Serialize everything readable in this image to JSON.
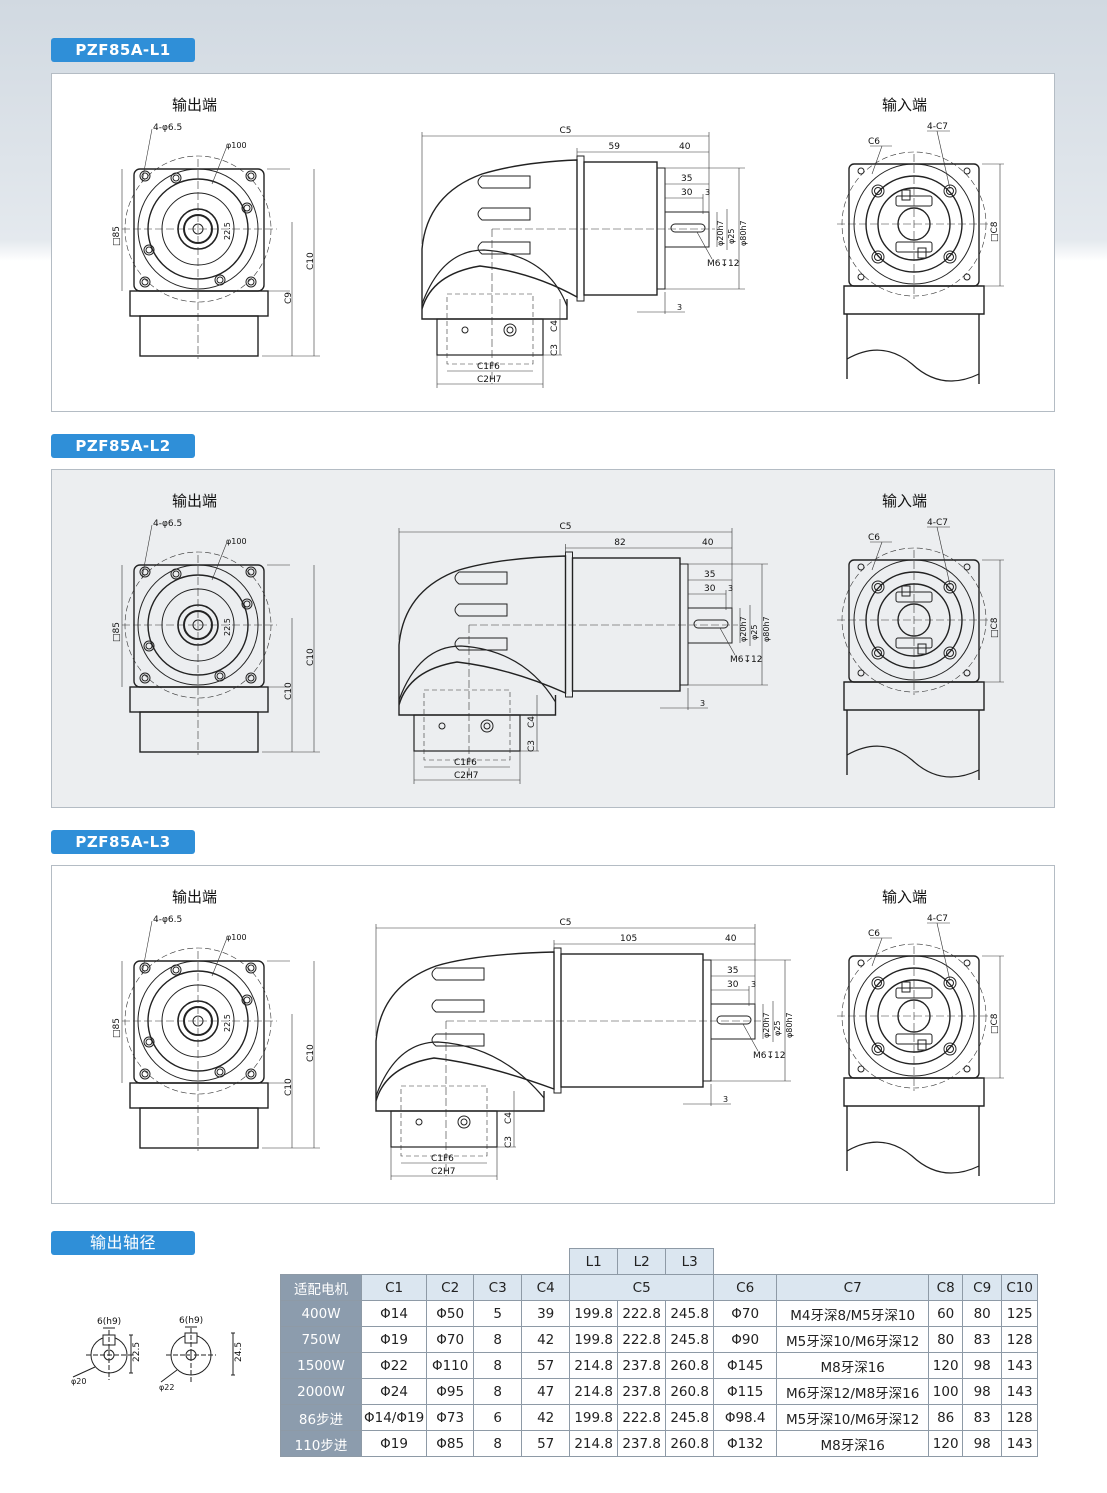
{
  "sections": [
    {
      "title": "PZF85A-L1",
      "output_label": "输出端",
      "input_label": "输入端",
      "dims": {
        "holes": "4-φ6.5",
        "pcd": "φ100",
        "square": "□85",
        "c10": "C10",
        "c9": "C9",
        "c5": "C5",
        "len_a": "59",
        "len_b": "40",
        "len_c": "35",
        "len_d": "30",
        "len_e": "3",
        "shaft_a": "φ20h7",
        "shaft_b": "φ25",
        "shaft_c": "φ80h7",
        "thread": "M6↧12",
        "gap": "3",
        "c4": "C4",
        "c3": "C3",
        "c1": "C1F6",
        "c2": "C2H7",
        "c6": "C6",
        "c7": "4-C7",
        "c8": "□C8",
        "key": "22.5"
      }
    },
    {
      "title": "PZF85A-L2",
      "output_label": "输出端",
      "input_label": "输入端",
      "dims": {
        "holes": "4-φ6.5",
        "pcd": "φ100",
        "square": "□85",
        "c10": "C10",
        "c9": "C10",
        "c5": "C5",
        "len_a": "82",
        "len_b": "40",
        "len_c": "35",
        "len_d": "30",
        "len_e": "3",
        "shaft_a": "φ20h7",
        "shaft_b": "φ25",
        "shaft_c": "φ80h7",
        "thread": "M6↧12",
        "gap": "3",
        "c4": "C4",
        "c3": "C3",
        "c1": "C1F6",
        "c2": "C2H7",
        "c6": "C6",
        "c7": "4-C7",
        "c8": "□C8",
        "key": "22.5"
      }
    },
    {
      "title": "PZF85A-L3",
      "output_label": "输出端",
      "input_label": "输入端",
      "dims": {
        "holes": "4-φ6.5",
        "pcd": "φ100",
        "square": "□85",
        "c10": "C10",
        "c9": "C10",
        "c5": "C5",
        "len_a": "105",
        "len_b": "40",
        "len_c": "35",
        "len_d": "30",
        "len_e": "3",
        "shaft_a": "φ20h7",
        "shaft_b": "φ25",
        "shaft_c": "φ80h7",
        "thread": "M6↧12",
        "gap": "3",
        "c4": "C4",
        "c3": "C3",
        "c1": "C1F6",
        "c2": "C2H7",
        "c6": "C6",
        "c7": "4-C7",
        "c8": "□C8",
        "key": "22.5"
      }
    }
  ],
  "shaft": {
    "title": "输出轴径",
    "left": {
      "key": "6(h9)",
      "dim": "22.5",
      "dia": "φ20"
    },
    "right": {
      "key": "6(h9)",
      "dim": "24.5",
      "dia": "φ22"
    }
  },
  "table": {
    "length_headers": [
      "L1",
      "L2",
      "L3"
    ],
    "headers": [
      "适配电机",
      "C1",
      "C2",
      "C3",
      "C4",
      "C5",
      "C6",
      "C7",
      "C8",
      "C9",
      "C10"
    ],
    "rows": [
      [
        "400W",
        "Φ14",
        "Φ50",
        "5",
        "39",
        "199.8",
        "222.8",
        "245.8",
        "Φ70",
        "M4牙深8/M5牙深10",
        "60",
        "80",
        "125"
      ],
      [
        "750W",
        "Φ19",
        "Φ70",
        "8",
        "42",
        "199.8",
        "222.8",
        "245.8",
        "Φ90",
        "M5牙深10/M6牙深12",
        "80",
        "83",
        "128"
      ],
      [
        "1500W",
        "Φ22",
        "Φ110",
        "8",
        "57",
        "214.8",
        "237.8",
        "260.8",
        "Φ145",
        "M8牙深16",
        "120",
        "98",
        "143"
      ],
      [
        "2000W",
        "Φ24",
        "Φ95",
        "8",
        "47",
        "214.8",
        "237.8",
        "260.8",
        "Φ115",
        "M6牙深12/M8牙深16",
        "100",
        "98",
        "143"
      ],
      [
        "86步进",
        "Φ14/Φ19",
        "Φ73",
        "6",
        "42",
        "199.8",
        "222.8",
        "245.8",
        "Φ98.4",
        "M5牙深10/M6牙深12",
        "86",
        "83",
        "128"
      ],
      [
        "110步进",
        "Φ19",
        "Φ85",
        "8",
        "57",
        "214.8",
        "237.8",
        "260.8",
        "Φ132",
        "M8牙深16",
        "120",
        "98",
        "143"
      ]
    ]
  }
}
